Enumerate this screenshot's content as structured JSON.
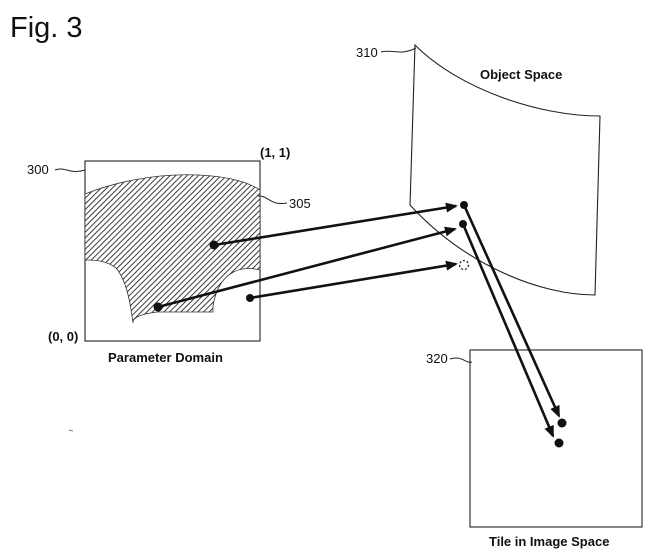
{
  "figure": {
    "title": "Fig. 3",
    "labels": {
      "parameter_domain_ref": "300",
      "region_ref": "305",
      "object_space_ref": "310",
      "tile_ref": "320",
      "corner_top_right": "(1, 1)",
      "corner_bottom_left": "(0, 0)",
      "parameter_domain_caption": "Parameter Domain",
      "object_space_caption": "Object Space",
      "tile_caption": "Tile in Image Space"
    }
  }
}
